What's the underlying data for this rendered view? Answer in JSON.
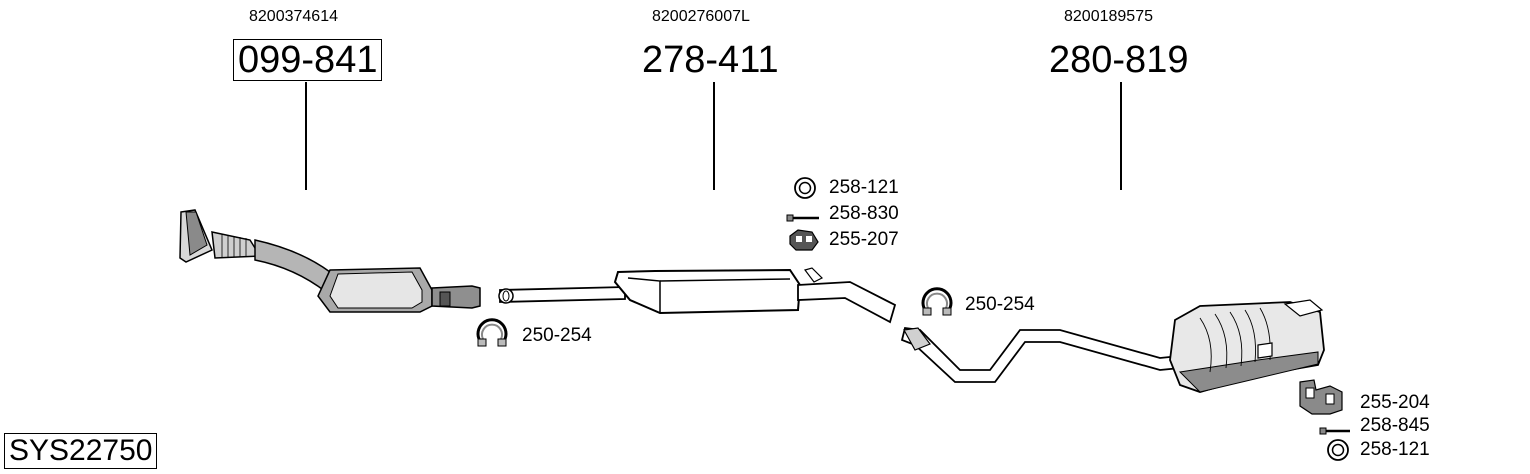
{
  "sections": [
    {
      "oem": "8200374614",
      "part": "099-841",
      "boxed": true
    },
    {
      "oem": "8200276007L",
      "part": "278-411",
      "boxed": false
    },
    {
      "oem": "8200189575",
      "part": "280-819",
      "boxed": false
    }
  ],
  "fittings": {
    "clamp_front": "250-254",
    "ring_mid": "258-121",
    "bolt_mid": "258-830",
    "hanger_mid": "255-207",
    "clamp_mid": "250-254",
    "hanger_rear": "255-204",
    "bolt_rear": "258-845",
    "ring_rear": "258-121"
  },
  "system_code": "SYS22750",
  "colors": {
    "line": "#000000",
    "pipe_fill": "#ffffff",
    "shade": "#9a9a9a"
  }
}
